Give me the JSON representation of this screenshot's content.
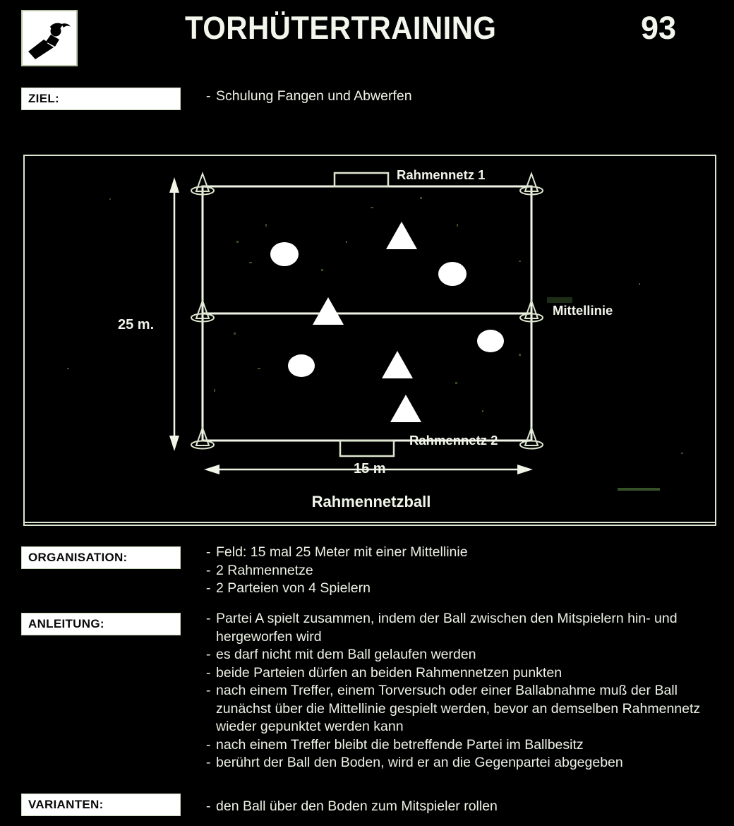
{
  "header": {
    "icon": "goalkeeper-diving-icon",
    "title": "TORHÜTERTRAINING",
    "page_number": "93"
  },
  "sections": {
    "ziel": {
      "label": "ZIEL:",
      "items": [
        "Schulung Fangen und Abwerfen"
      ]
    },
    "organisation": {
      "label": "ORGANISATION:",
      "items": [
        "Feld: 15 mal 25 Meter mit einer Mittellinie",
        "2 Rahmennetze",
        "2 Parteien von 4 Spielern"
      ]
    },
    "anleitung": {
      "label": "ANLEITUNG:",
      "items": [
        "Partei A spielt zusammen, indem der Ball zwischen den Mitspielern hin- und hergeworfen wird",
        "es darf nicht mit dem Ball gelaufen werden",
        "beide Parteien dürfen an beiden Rahmennetzen punkten",
        "nach einem Treffer, einem Torversuch oder einer Ballabnahme muß der Ball zunächst über die Mittellinie gespielt werden, bevor an demselben Rahmennetz wieder gepunktet werden kann",
        "nach einem Treffer bleibt die betreffende Partei im Ballbesitz",
        "berührt der Ball den Boden, wird er an die Gegenpartei abgegeben"
      ]
    },
    "varianten": {
      "label": "VARIANTEN:",
      "items": [
        "den Ball über den Boden zum Mitspieler rollen"
      ]
    }
  },
  "diagram": {
    "caption": "Rahmennetzball",
    "labels": {
      "top_net": "Rahmennetz 1",
      "bottom_net": "Rahmennetz 2",
      "midline": "Mittellinie",
      "height_dimension": "25 m.",
      "width_dimension": "15 m"
    },
    "field": {
      "width_m": 15,
      "height_m": 25,
      "markers": "cone-icon",
      "marker_count": 6
    },
    "players": {
      "team_a_symbol": "circle",
      "team_a_count": 4,
      "team_b_symbol": "triangle",
      "team_b_count": 4
    }
  },
  "colors": {
    "background": "#000000",
    "ink": "#eef3e6",
    "label_box_background": "#ffffff",
    "label_box_text": "#0a0a0a",
    "line": "#dde7d0",
    "speckle": "#3c5a2c"
  }
}
